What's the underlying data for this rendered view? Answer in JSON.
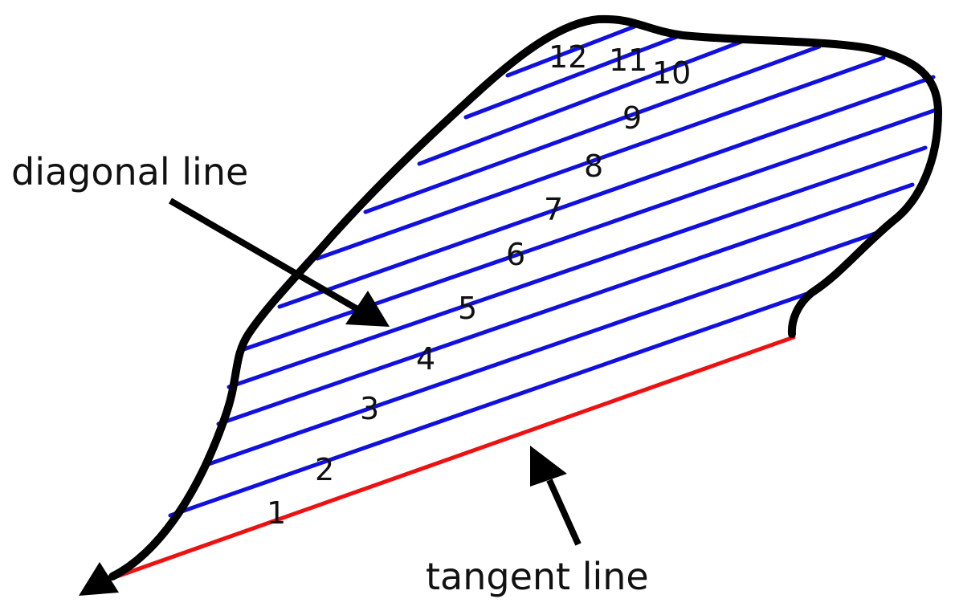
{
  "labels": {
    "diagonal_line": "diagonal line",
    "tangent_line": "tangent line"
  },
  "segment_numbers": [
    "1",
    "2",
    "3",
    "4",
    "5",
    "6",
    "7",
    "8",
    "9",
    "10",
    "11",
    "12"
  ],
  "colors": {
    "outline": "#000000",
    "diagonal_segments": "#1010e0",
    "tangent_line": "#ee1111",
    "arrows": "#000000",
    "text": "#111111"
  }
}
